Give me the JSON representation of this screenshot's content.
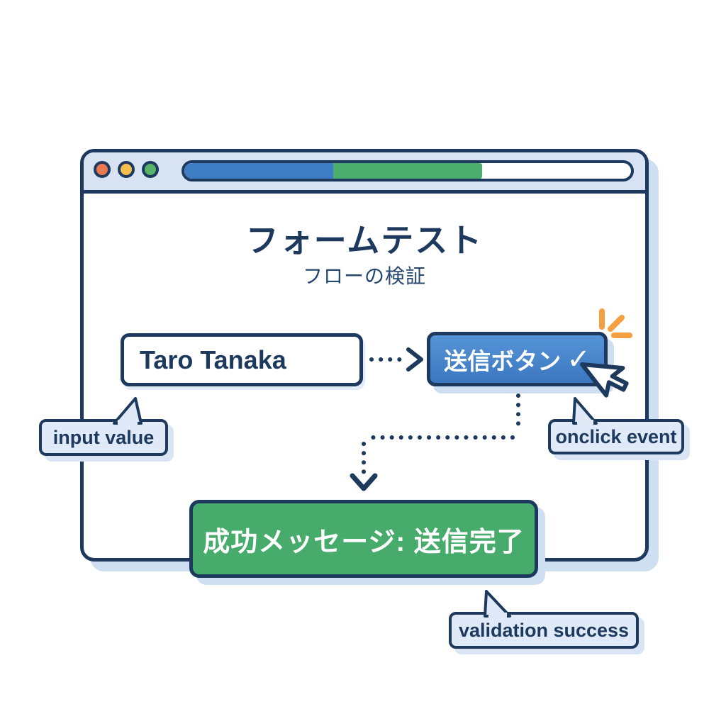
{
  "window": {
    "traffic_lights": [
      {
        "name": "close",
        "color": "#EA7850"
      },
      {
        "name": "minimize",
        "color": "#F4BF4E"
      },
      {
        "name": "maximize",
        "color": "#57B368"
      }
    ],
    "progress_bar": {
      "segments": [
        {
          "color": "#3E7DC4",
          "fraction": 0.333
        },
        {
          "color": "#4CAE6E",
          "fraction": 0.333
        },
        {
          "color": "#FFFFFF",
          "fraction": 0.334
        }
      ]
    }
  },
  "heading": {
    "title": "フォームテスト",
    "subtitle": "フローの検証"
  },
  "form": {
    "input_value": "Taro Tanaka",
    "submit_label": "送信ボタン",
    "success_message": "成功メッセージ: 送信完了"
  },
  "icons": {
    "check": "✓"
  },
  "callouts": {
    "input": "input value",
    "onclick": "onclick event",
    "validation": "validation success"
  },
  "colors": {
    "navy_outline": "#1D3A5E",
    "accent_blue": "#3E7DC4",
    "accent_green": "#47AB6B",
    "header_blue": "#D7E3F2",
    "callout_blue": "#DFE9F7",
    "shadow_blue": "#CFDFF2",
    "spark_orange": "#F59E42"
  }
}
